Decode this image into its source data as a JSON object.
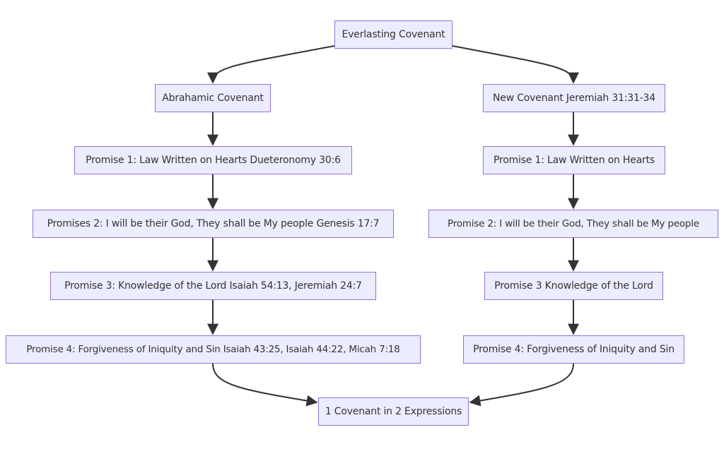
{
  "diagram": {
    "root": "Everlasting Covenant",
    "left_branch": {
      "title": "Abrahamic Covenant",
      "promise1": "Promise 1: Law Written on Hearts Dueteronomy 30:6",
      "promise2": "Promises 2: I will be their God, They shall be My people Genesis 17:7",
      "promise3": "Promise 3: Knowledge of the Lord Isaiah 54:13, Jeremiah 24:7",
      "promise4": "Promise 4: Forgiveness of Iniquity and Sin Isaiah 43:25, Isaiah 44:22, Micah 7:18"
    },
    "right_branch": {
      "title": "New Covenant Jeremiah 31:31-34",
      "promise1": "Promise 1: Law Written on Hearts",
      "promise2": "Promise 2: I will be their God, They shall be My people",
      "promise3": "Promise 3 Knowledge of the Lord",
      "promise4": "Promise 4: Forgiveness of Iniquity and Sin"
    },
    "result": "1 Covenant in 2 Expressions"
  },
  "colors": {
    "node_fill": "#ECECFF",
    "node_border": "#9370DB",
    "edge": "#333333",
    "text": "#333333"
  }
}
